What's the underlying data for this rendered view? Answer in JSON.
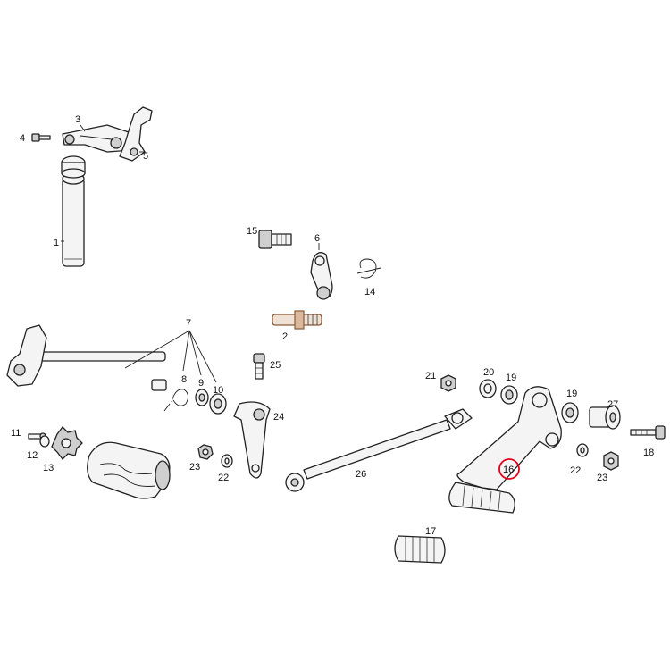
{
  "accent_color": "#e0001a",
  "highlighted_part": "16",
  "labels": {
    "p1": "1",
    "p2": "2",
    "p3": "3",
    "p4": "4",
    "p5": "5",
    "p6": "6",
    "p7": "7",
    "p8": "8",
    "p9": "9",
    "p10": "10",
    "p11": "11",
    "p12": "12",
    "p13": "13",
    "p14": "14",
    "p15": "15",
    "p16": "16",
    "p17": "17",
    "p18": "18",
    "p19a": "19",
    "p19b": "19",
    "p20": "20",
    "p21": "21",
    "p22a": "22",
    "p22b": "22",
    "p23a": "23",
    "p23b": "23",
    "p24": "24",
    "p25": "25",
    "p26": "26",
    "p27": "27"
  }
}
